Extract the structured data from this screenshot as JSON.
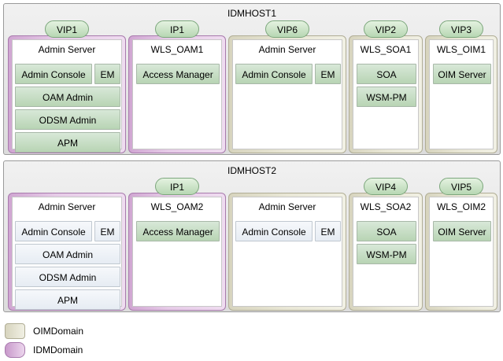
{
  "hosts": [
    {
      "title": "IDMHOST1",
      "vips": [
        "VIP1",
        "IP1",
        "VIP6",
        "VIP2",
        "VIP3"
      ],
      "servers": [
        {
          "title": "Admin Server",
          "components": [
            "Admin Console",
            "EM",
            "OAM Admin",
            "ODSM Admin",
            "APM"
          ]
        },
        {
          "title": "WLS_OAM1",
          "components": [
            "Access Manager"
          ]
        },
        {
          "title": "Admin Server",
          "components": [
            "Admin Console",
            "EM"
          ]
        },
        {
          "title": "WLS_SOA1",
          "components": [
            "SOA",
            "WSM-PM"
          ]
        },
        {
          "title": "WLS_OIM1",
          "components": [
            "OIM Server"
          ]
        }
      ]
    },
    {
      "title": "IDMHOST2",
      "vips": [
        "",
        "IP1",
        "",
        "VIP4",
        "VIP5"
      ],
      "servers": [
        {
          "title": "Admin Server",
          "components": [
            "Admin Console",
            "EM",
            "OAM Admin",
            "ODSM Admin",
            "APM"
          ]
        },
        {
          "title": "WLS_OAM2",
          "components": [
            "Access Manager"
          ]
        },
        {
          "title": "Admin Server",
          "components": [
            "Admin Console",
            "EM"
          ]
        },
        {
          "title": "WLS_SOA2",
          "components": [
            "SOA",
            "WSM-PM"
          ]
        },
        {
          "title": "WLS_OIM2",
          "components": [
            "OIM Server"
          ]
        }
      ]
    }
  ],
  "legend": {
    "oim": "OIMDomain",
    "idm": "IDMDomain"
  },
  "colors": {
    "idm_domain": "#d0a6d2",
    "oim_domain": "#d7d4be",
    "active_component": "#b8d4b4",
    "passive_component": "#e6ecf3",
    "vip_pill": "#b7d7b3"
  }
}
